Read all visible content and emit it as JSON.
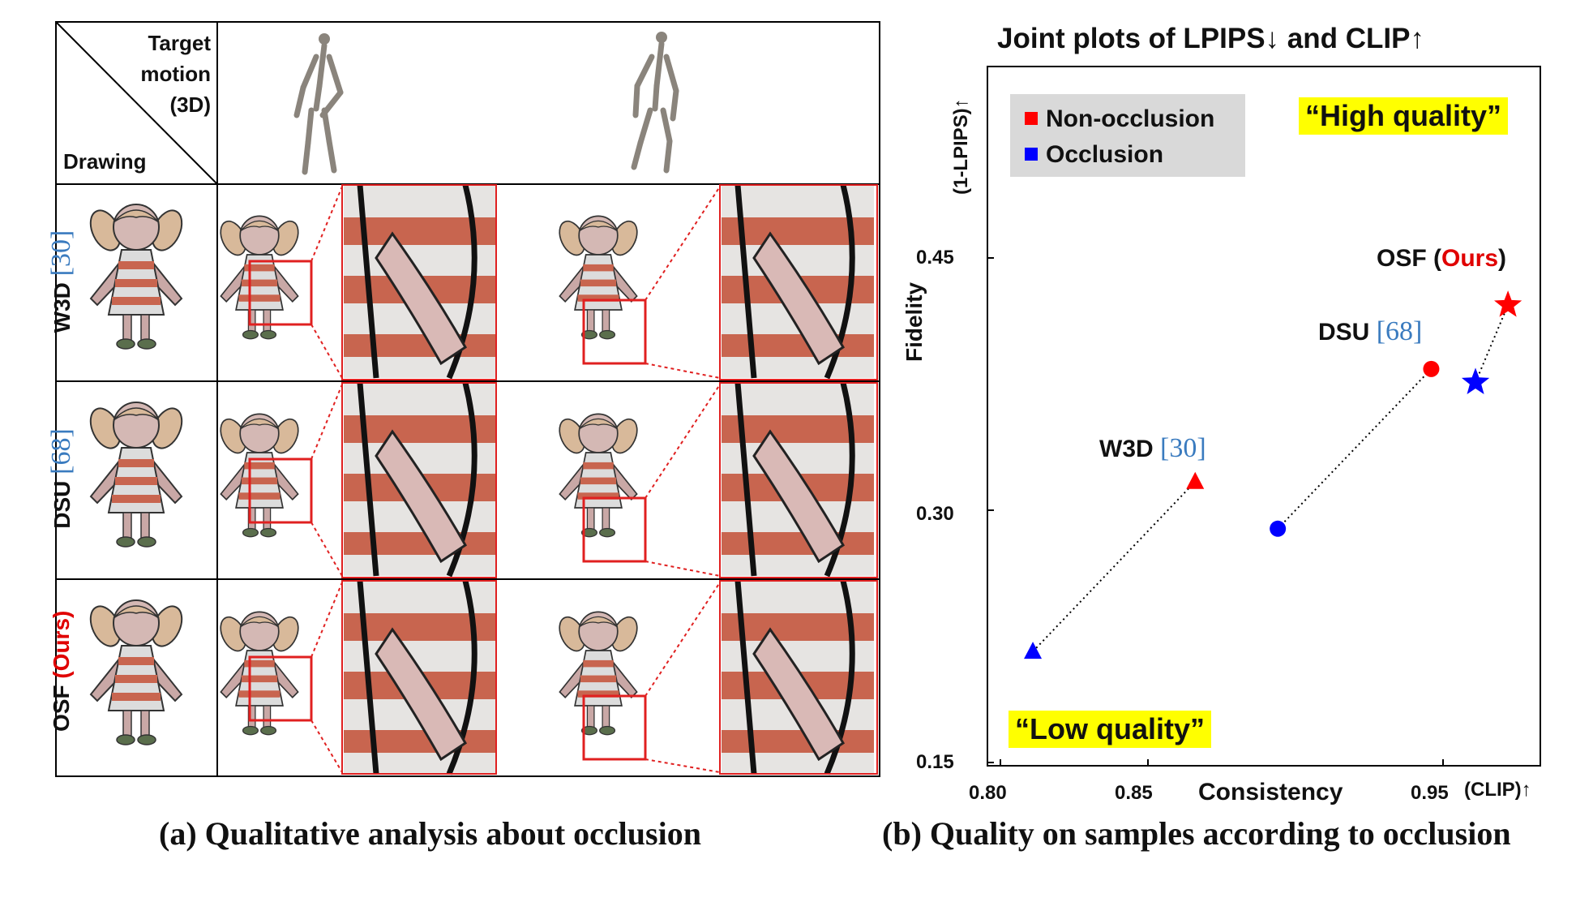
{
  "left_panel": {
    "header_target": "Target",
    "header_motion": "motion",
    "header_3d": "(3D)",
    "header_drawing": "Drawing",
    "rows": [
      {
        "name": "W3D",
        "ref": "[30]",
        "ours": ""
      },
      {
        "name": "DSU",
        "ref": "[68]",
        "ours": ""
      },
      {
        "name": "OSF",
        "ref": "",
        "ours": "(Ours)"
      }
    ],
    "caption": "(a) Qualitative analysis about occlusion",
    "colors": {
      "zoom_box": "#e02020",
      "stripe_red": "#c8654f",
      "stripe_white": "#dcdcdc",
      "skin": "#c9a8a6",
      "hair": "#d8b99a"
    }
  },
  "right_panel": {
    "title": "Joint plots of LPIPS↓ and CLIP↑",
    "y_axis_top": "(1-LPIPS)↑",
    "y_axis_label": "Fidelity",
    "x_axis_label": "Consistency",
    "x_axis_right": "(CLIP)↑",
    "legend": [
      {
        "label": "Non-occlusion",
        "color": "#ff0000"
      },
      {
        "label": "Occlusion",
        "color": "#0000ff"
      }
    ],
    "high_quality": "“High quality”",
    "low_quality": "“Low quality”",
    "point_labels": {
      "w3d": "W3D",
      "w3d_ref": "[30]",
      "dsu": "DSU",
      "dsu_ref": "[68]",
      "osf": "OSF (",
      "osf_ours": "Ours",
      "osf_close": ")"
    },
    "caption": "(b) Quality on samples according to occlusion"
  },
  "chart_data": {
    "type": "scatter",
    "title": "Joint plots of LPIPS↓ and CLIP↑",
    "xlabel": "Consistency (CLIP)↑",
    "ylabel": "Fidelity (1-LPIPS)↑",
    "xlim": [
      0.8,
      0.985
    ],
    "ylim": [
      0.15,
      0.56
    ],
    "xticks": [
      "0.80",
      "0.85",
      "0.95"
    ],
    "yticks": [
      "0.45",
      "0.30",
      "0.15"
    ],
    "legend_position": "top-left",
    "series": [
      {
        "name": "W3D [30]",
        "marker": "triangle",
        "points": [
          {
            "x": 0.811,
            "y": 0.216,
            "occlusion": true
          },
          {
            "x": 0.866,
            "y": 0.317,
            "occlusion": false
          }
        ]
      },
      {
        "name": "DSU [68]",
        "marker": "circle",
        "points": [
          {
            "x": 0.894,
            "y": 0.289,
            "occlusion": true
          },
          {
            "x": 0.946,
            "y": 0.384,
            "occlusion": false
          }
        ]
      },
      {
        "name": "OSF (Ours)",
        "marker": "star",
        "points": [
          {
            "x": 0.961,
            "y": 0.376,
            "occlusion": true
          },
          {
            "x": 0.972,
            "y": 0.422,
            "occlusion": false
          }
        ]
      }
    ],
    "colors": {
      "non_occlusion": "#ff0000",
      "occlusion": "#0000ff"
    }
  }
}
